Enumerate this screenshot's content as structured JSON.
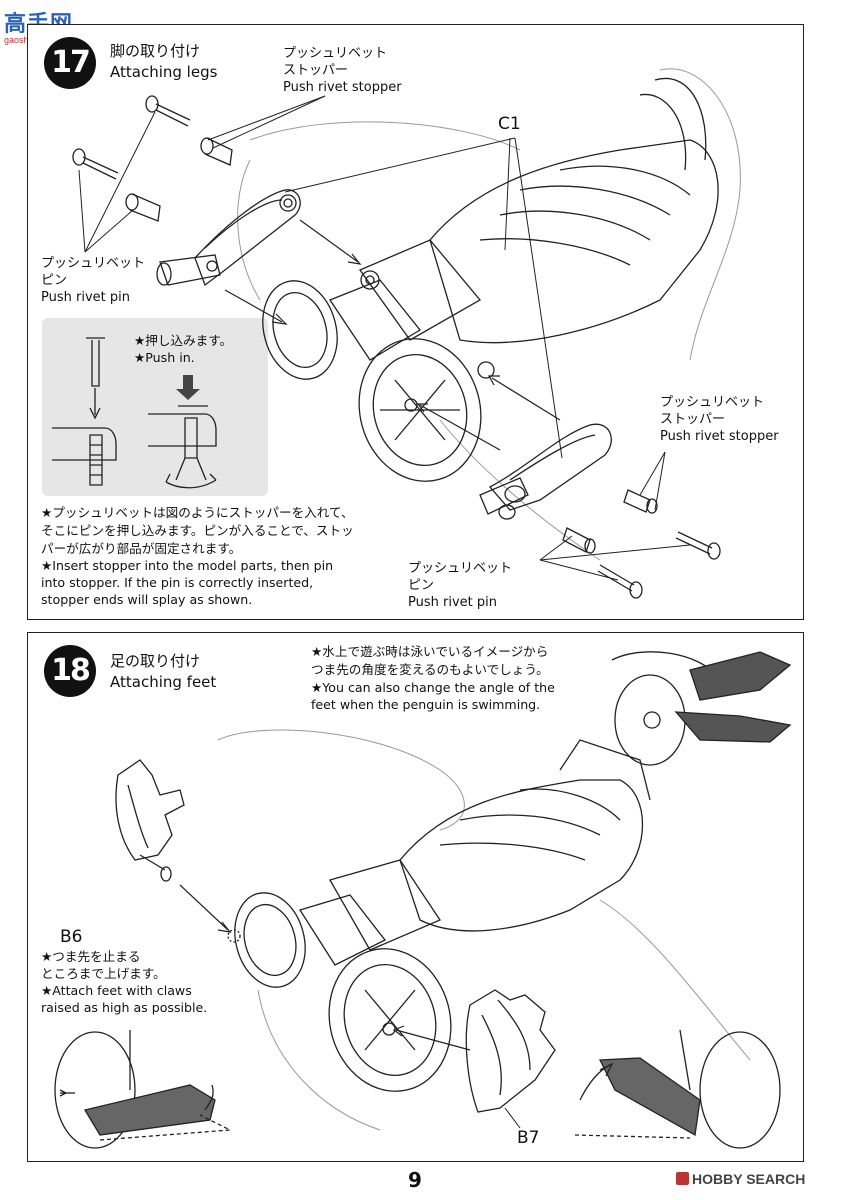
{
  "watermark_top": {
    "chars": "高手网",
    "url": "gaoshou.com"
  },
  "step17": {
    "number": "17",
    "title_jp": "脚の取り付け",
    "title_en": "Attaching legs",
    "stopper_top_jp1": "プッシュリベット",
    "stopper_top_jp2": "ストッパー",
    "stopper_top_en": "Push rivet stopper",
    "pin_left_jp1": "プッシュリベット",
    "pin_left_jp2": "ピン",
    "pin_left_en": "Push rivet pin",
    "part_c1": "C1",
    "inset_jp": "★押し込みます。",
    "inset_en": "★Push in.",
    "stopper_right_jp1": "プッシュリベット",
    "stopper_right_jp2": "ストッパー",
    "stopper_right_en": "Push rivet stopper",
    "pin_right_jp1": "プッシュリベット",
    "pin_right_jp2": "ピン",
    "pin_right_en": "Push rivet pin",
    "note_jp1": "★プッシュリベットは図のようにストッパーを入れて、",
    "note_jp2": "そこにピンを押し込みます。ピンが入ることで、ストッ",
    "note_jp3": "パーが広がり部品が固定されます。",
    "note_en1": "★Insert stopper into the model parts, then pin",
    "note_en2": "into stopper. If the pin is correctly inserted,",
    "note_en3": "stopper ends will splay as shown."
  },
  "step18": {
    "number": "18",
    "title_jp": "足の取り付け",
    "title_en": "Attaching feet",
    "tip_jp1": "★水上で遊ぶ時は泳いでいるイメージから",
    "tip_jp2": "つま先の角度を変えるのもよいでしょう。",
    "tip_en1": "★You can also change the angle of the",
    "tip_en2": "feet when the penguin is swimming.",
    "part_b6": "B6",
    "part_b7": "B7",
    "claw_jp1": "★つま先を止まる",
    "claw_jp2": "ところまで上げます。",
    "claw_en1": "★Attach feet with claws",
    "claw_en2": "raised as high as possible."
  },
  "footer": {
    "page_number": "9",
    "brand": "HOBBY SEARCH"
  }
}
